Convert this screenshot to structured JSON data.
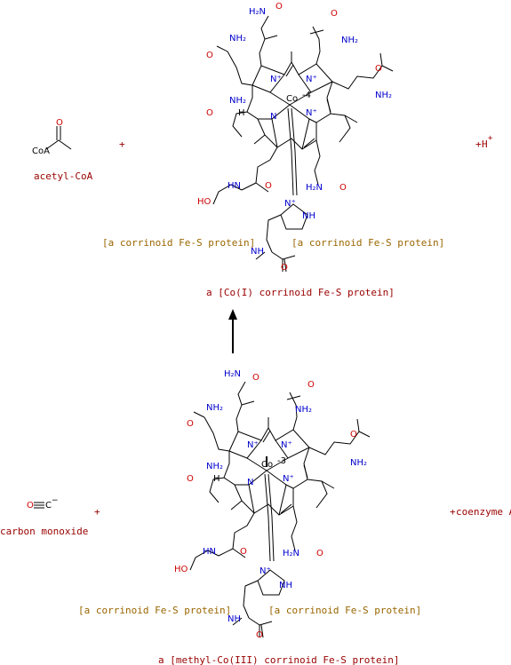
{
  "colors": {
    "name": "#990000",
    "protein": "#996600",
    "nitrogen": "#0000cc",
    "oxygen": "#cc0000",
    "bond": "#000000"
  },
  "reaction": {
    "plus": "+",
    "acetyl_coa": {
      "name": "acetyl-CoA",
      "coa": "CoA",
      "o": "O"
    },
    "proton": {
      "plus": "+",
      "label": "H",
      "charge": "+"
    },
    "carbon_monoxide": {
      "name": "carbon monoxide",
      "o": "O",
      "c": "C",
      "charge": "−"
    },
    "coenzyme_a": {
      "plus": "+",
      "name": "coenzyme A"
    },
    "product_top": {
      "name": "a [Co(I) corrinoid Fe-S protein]",
      "protein_left": "[a corrinoid Fe-S protein]",
      "protein_right": "[a corrinoid Fe-S protein]",
      "co_charge": "-4"
    },
    "reactant_bottom": {
      "name": "a [methyl-Co(III) corrinoid Fe-S protein]",
      "protein_left": "[a corrinoid Fe-S protein]",
      "protein_right": "[a corrinoid Fe-S protein]",
      "co_charge": "-3"
    },
    "atoms": {
      "h2n": "H₂N",
      "nh2": "NH₂",
      "o": "O",
      "n": "N",
      "nplus": "N⁺",
      "co": "Co",
      "h": "H",
      "nh": "NH",
      "hn": "HN",
      "ho": "HO",
      "nh_imid": "NH"
    }
  }
}
